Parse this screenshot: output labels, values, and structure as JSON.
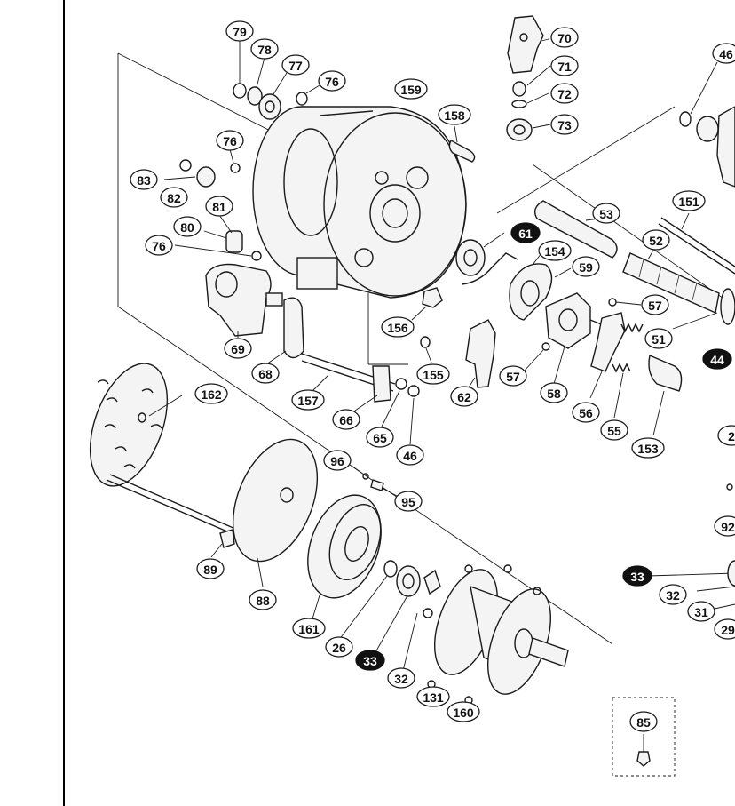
{
  "callouts": [
    {
      "id": "c79",
      "text": "79",
      "dark": false
    },
    {
      "id": "c78",
      "text": "78",
      "dark": false
    },
    {
      "id": "c77",
      "text": "77",
      "dark": false
    },
    {
      "id": "c76a",
      "text": "76",
      "dark": false
    },
    {
      "id": "c159",
      "text": "159",
      "dark": false
    },
    {
      "id": "c158",
      "text": "158",
      "dark": false
    },
    {
      "id": "c70",
      "text": "70",
      "dark": false
    },
    {
      "id": "c71",
      "text": "71",
      "dark": false
    },
    {
      "id": "c72",
      "text": "72",
      "dark": false
    },
    {
      "id": "c73",
      "text": "73",
      "dark": false
    },
    {
      "id": "c46a",
      "text": "46",
      "dark": false
    },
    {
      "id": "c76b",
      "text": "76",
      "dark": false
    },
    {
      "id": "c83",
      "text": "83",
      "dark": false
    },
    {
      "id": "c82",
      "text": "82",
      "dark": false
    },
    {
      "id": "c81",
      "text": "81",
      "dark": false
    },
    {
      "id": "c80",
      "text": "80",
      "dark": false
    },
    {
      "id": "c76c",
      "text": "76",
      "dark": false
    },
    {
      "id": "c61",
      "text": "61",
      "dark": true
    },
    {
      "id": "c53",
      "text": "53",
      "dark": false
    },
    {
      "id": "c151",
      "text": "151",
      "dark": false
    },
    {
      "id": "c52",
      "text": "52",
      "dark": false
    },
    {
      "id": "c154",
      "text": "154",
      "dark": false
    },
    {
      "id": "c59",
      "text": "59",
      "dark": false
    },
    {
      "id": "c57a",
      "text": "57",
      "dark": false
    },
    {
      "id": "c69",
      "text": "69",
      "dark": false
    },
    {
      "id": "c156",
      "text": "156",
      "dark": false
    },
    {
      "id": "c51",
      "text": "51",
      "dark": false
    },
    {
      "id": "c44",
      "text": "44",
      "dark": true
    },
    {
      "id": "c68",
      "text": "68",
      "dark": false
    },
    {
      "id": "c155",
      "text": "155",
      "dark": false
    },
    {
      "id": "c57b",
      "text": "57",
      "dark": false
    },
    {
      "id": "c58",
      "text": "58",
      "dark": false
    },
    {
      "id": "c162",
      "text": "162",
      "dark": false
    },
    {
      "id": "c157",
      "text": "157",
      "dark": false
    },
    {
      "id": "c62",
      "text": "62",
      "dark": false
    },
    {
      "id": "c66",
      "text": "66",
      "dark": false
    },
    {
      "id": "c56",
      "text": "56",
      "dark": false
    },
    {
      "id": "c65",
      "text": "65",
      "dark": false
    },
    {
      "id": "c55",
      "text": "55",
      "dark": false
    },
    {
      "id": "c46b",
      "text": "46",
      "dark": false
    },
    {
      "id": "c153",
      "text": "153",
      "dark": false
    },
    {
      "id": "c96",
      "text": "96",
      "dark": false
    },
    {
      "id": "c95",
      "text": "95",
      "dark": false
    },
    {
      "id": "c92",
      "text": "92",
      "dark": false
    },
    {
      "id": "c89",
      "text": "89",
      "dark": false
    },
    {
      "id": "c33a",
      "text": "33",
      "dark": true
    },
    {
      "id": "c32a",
      "text": "32",
      "dark": false
    },
    {
      "id": "c31",
      "text": "31",
      "dark": false
    },
    {
      "id": "c88",
      "text": "88",
      "dark": false
    },
    {
      "id": "c161",
      "text": "161",
      "dark": false
    },
    {
      "id": "c26",
      "text": "26",
      "dark": false
    },
    {
      "id": "c33b",
      "text": "33",
      "dark": true
    },
    {
      "id": "c32b",
      "text": "32",
      "dark": false
    },
    {
      "id": "c131",
      "text": "131",
      "dark": false
    },
    {
      "id": "c160",
      "text": "160",
      "dark": false
    },
    {
      "id": "c85",
      "text": "85",
      "dark": false
    },
    {
      "id": "c2x",
      "text": "2",
      "dark": false
    },
    {
      "id": "c29",
      "text": "29",
      "dark": false
    }
  ]
}
